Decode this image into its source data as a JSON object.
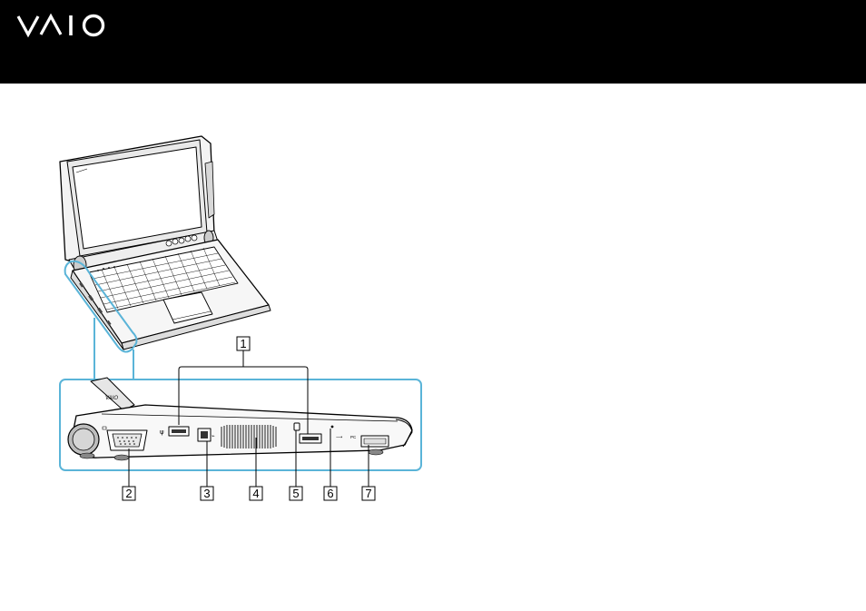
{
  "header": {
    "logo_text": "VAIO",
    "background": "#000000",
    "logo_color": "#ffffff"
  },
  "figure": {
    "highlight_color": "#5ab4d8",
    "callouts": [
      {
        "id": "1",
        "label": "1"
      },
      {
        "id": "2",
        "label": "2"
      },
      {
        "id": "3",
        "label": "3"
      },
      {
        "id": "4",
        "label": "4"
      },
      {
        "id": "5",
        "label": "5"
      },
      {
        "id": "6",
        "label": "6"
      },
      {
        "id": "7",
        "label": "7"
      }
    ],
    "side_panel": {
      "vaio_mark": "VAIO",
      "pc_card_mark": "PC"
    }
  }
}
